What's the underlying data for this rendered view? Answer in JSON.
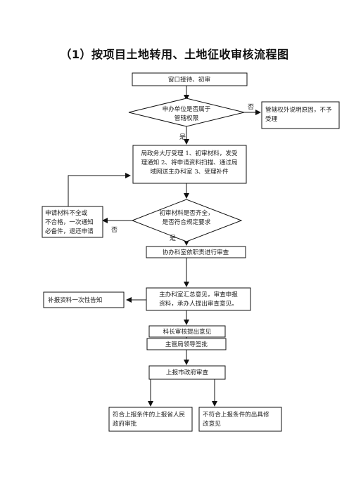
{
  "title": "（1）按项目土地转用、土地征收审核流程图",
  "nodes": {
    "window": "窗口接待、初审",
    "jurisdiction": [
      "申办单位是否属于",
      "管辖权限"
    ],
    "out_of_scope": [
      "管辖权外说明原因，不予",
      "受理"
    ],
    "intake": [
      "局政务大厅受理 1、初审材料，发受",
      "理通知 2、将申请资料扫描、通过局",
      "域网送主办科室 3、受理补件"
    ],
    "materials_check": [
      "初审材料是否齐全，",
      "是否符合规定要求"
    ],
    "return_apply": [
      "申请材料不全或",
      "不合格，一次通知",
      "必备件，退还申请"
    ],
    "co_review": "协办科室依职责进行审查",
    "lead_summary": [
      "主办科室汇总意见，审查申报",
      "资料，承办人提出审查意见。"
    ],
    "supplement": "补报资料一次性告知",
    "section_chief": "科长审核提出意见",
    "leader_sign": "主管局领导签批",
    "city_gov": "上报市政府审查",
    "approve_up": [
      "符合上报条件的上报省人民",
      "政府审批"
    ],
    "not_meet": [
      "不符合上报条件的出具修",
      "改意见"
    ]
  },
  "labels": {
    "no_1": "否",
    "yes_1": "是",
    "no_2": "否",
    "yes_2": "是"
  }
}
